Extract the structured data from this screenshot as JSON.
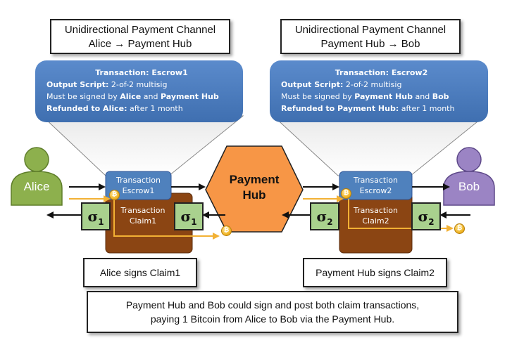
{
  "channels": {
    "left": {
      "title_line1": "Unidirectional Payment Channel",
      "title_line2": "Alice → Payment Hub"
    },
    "right": {
      "title_line1": "Unidirectional Payment Channel",
      "title_line2": "Payment Hub → Bob"
    }
  },
  "escrow1": {
    "title": "Transaction: Escrow1",
    "output_label": "Output Script:",
    "output_value": "2-of-2 multisig",
    "signed_prefix": "Must be signed by",
    "signer_a": "Alice",
    "and": "and",
    "signer_b": "Payment Hub",
    "refund_label": "Refunded to Alice:",
    "refund_value": "after 1 month"
  },
  "escrow2": {
    "title": "Transaction: Escrow2",
    "output_label": "Output Script:",
    "output_value": "2-of-2 multisig",
    "signed_prefix": "Must be signed by",
    "signer_a": "Payment Hub",
    "and": "and",
    "signer_b": "Bob",
    "refund_label": "Refunded to Payment Hub:",
    "refund_value": "after 1 month"
  },
  "transactions": {
    "escrow1": {
      "line1": "Transaction",
      "line2": "Escrow1"
    },
    "claim1": {
      "line1": "Transaction",
      "line2": "Claim1"
    },
    "escrow2": {
      "line1": "Transaction",
      "line2": "Escrow2"
    },
    "claim2": {
      "line1": "Transaction",
      "line2": "Claim2"
    }
  },
  "agents": {
    "alice": "Alice",
    "bob": "Bob",
    "hub_line1": "Payment",
    "hub_line2": "Hub"
  },
  "signatures": {
    "sigma": "σ",
    "one": "1",
    "two": "2"
  },
  "coin_symbol": "₿",
  "captions": {
    "left": "Alice signs Claim1",
    "right": "Payment Hub signs Claim2"
  },
  "note": {
    "line1": "Payment Hub and Bob could sign and post both claim transactions,",
    "line2": "paying 1 Bitcoin from Alice to Bob via the Payment Hub."
  },
  "colors": {
    "callout_blue": "#4e7fbf",
    "escrow_blue": "#4f81bd",
    "claim_brown": "#8b4513",
    "hub_orange": "#f79646",
    "alice_green": "#77933c",
    "bob_purple": "#8064a2",
    "sig_green": "#a9d18e",
    "coin_gold": "#f0b323"
  }
}
